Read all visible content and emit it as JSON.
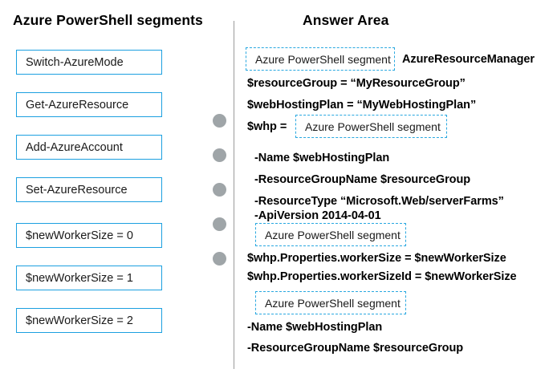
{
  "left_panel": {
    "heading": "Azure PowerShell segments",
    "segments": [
      {
        "label": "Switch-AzureMode"
      },
      {
        "label": "Get-AzureResource"
      },
      {
        "label": "Add-AzureAccount"
      },
      {
        "label": "Set-AzureResource"
      },
      {
        "label": "$newWorkerSize = 0"
      },
      {
        "label": "$newWorkerSize = 1"
      },
      {
        "label": "$newWorkerSize = 2"
      }
    ]
  },
  "handles": {
    "count": 5,
    "color": "#9fa5a8"
  },
  "right_panel": {
    "heading": "Answer Area",
    "slot_placeholder": "Azure PowerShell segment",
    "lines": [
      {
        "type": "slot",
        "text": "Azure PowerShell segment"
      },
      {
        "type": "text",
        "text": "AzureResourceManager"
      },
      {
        "type": "text",
        "text": "$resourceGroup = “MyResourceGroup”"
      },
      {
        "type": "text",
        "text": "$webHostingPlan = “MyWebHostingPlan”"
      },
      {
        "type": "text",
        "text": "$whp ="
      },
      {
        "type": "slot",
        "text": "Azure PowerShell segment"
      },
      {
        "type": "text",
        "text": "-Name $webHostingPlan"
      },
      {
        "type": "text",
        "text": "-ResourceGroupName $resourceGroup"
      },
      {
        "type": "text",
        "text": "-ResourceType “Microsoft.Web/serverFarms”"
      },
      {
        "type": "text",
        "text": "-ApiVersion 2014-04-01"
      },
      {
        "type": "slot",
        "text": "Azure PowerShell segment"
      },
      {
        "type": "text",
        "text": "$whp.Properties.workerSize = $newWorkerSize"
      },
      {
        "type": "text",
        "text": "$whp.Properties.workerSizeId = $newWorkerSize"
      },
      {
        "type": "slot",
        "text": "Azure PowerShell segment"
      },
      {
        "type": "text",
        "text": "-Name $webHostingPlan"
      },
      {
        "type": "text",
        "text": "-ResourceGroupName $resourceGroup"
      }
    ]
  },
  "colors": {
    "segment_border": "#1CA0E0",
    "slot_border": "#29A8E0",
    "divider": "#9a9a9a",
    "handle": "#9fa5a8",
    "text": "#000000"
  }
}
